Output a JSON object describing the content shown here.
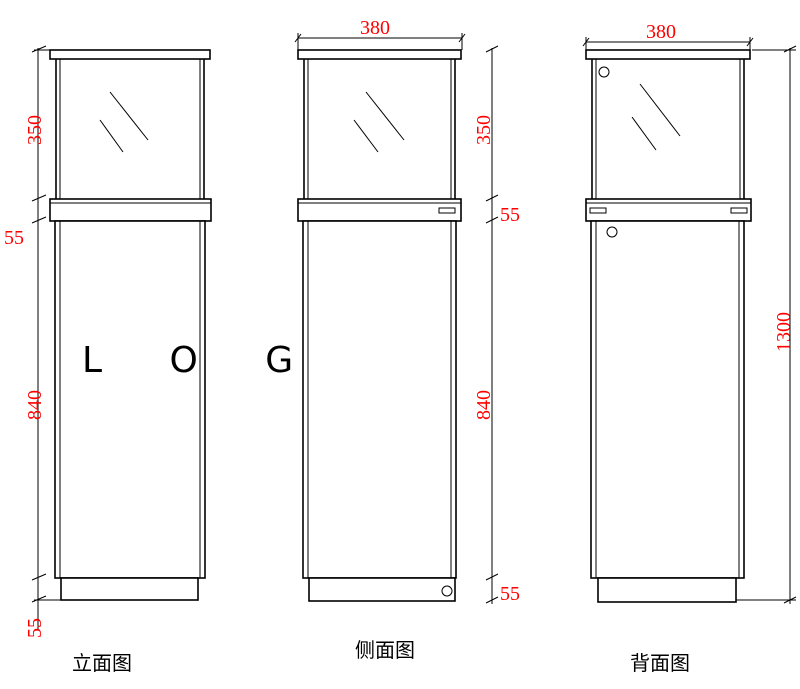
{
  "views": {
    "front": {
      "caption": "立面图",
      "logo": "L O G",
      "dim_glass": "350",
      "dim_band": "55",
      "dim_body": "840",
      "dim_base": "55"
    },
    "side": {
      "caption": "侧面图",
      "dim_width": "380",
      "dim_glass": "350",
      "dim_band": "55",
      "dim_body": "840",
      "dim_base": "55"
    },
    "back": {
      "caption": "背面图",
      "dim_width": "380",
      "dim_total": "1300"
    }
  },
  "colors": {
    "dimension": "#ff0000",
    "line": "#000000"
  }
}
